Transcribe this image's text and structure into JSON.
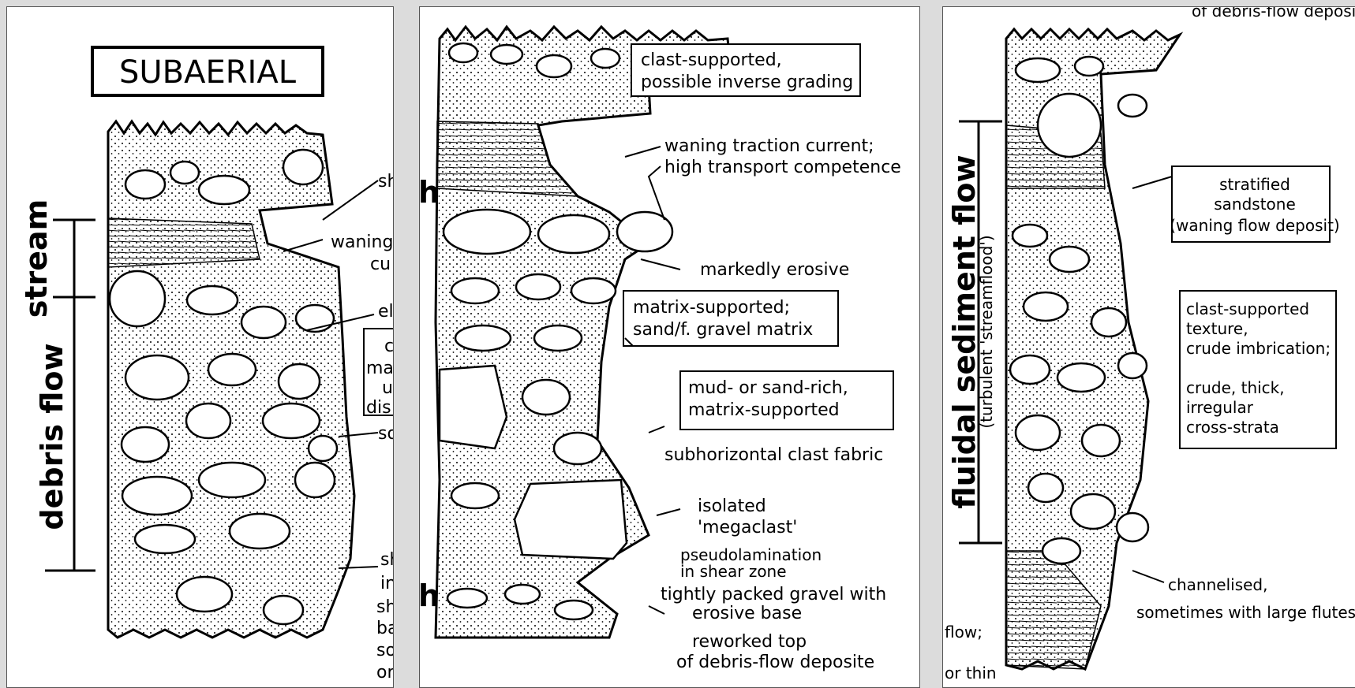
{
  "panel_left": {
    "title": "SUBAERIAL",
    "axis_stream": "stream",
    "axis_debris": "debris flow",
    "cut_labels": [
      "sh",
      "waning",
      "cu",
      "el",
      "c",
      "ma",
      "u",
      "dis",
      "so",
      "sh",
      "in",
      "sh",
      "ba",
      "so",
      "or"
    ],
    "edge_marks": [
      "h",
      "h"
    ]
  },
  "panel_middle": {
    "labels": {
      "clast_supported": [
        "clast-supported,",
        "possible inverse grading"
      ],
      "waning": [
        "waning traction current;",
        "high transport competence"
      ],
      "erosive": "markedly erosive",
      "matrix_supported": [
        "matrix-supported;",
        "sand/f. gravel matrix"
      ],
      "mud_sand": [
        "mud- or sand-rich,",
        "matrix-supported"
      ],
      "fabric": "subhorizontal clast fabric",
      "megaclast": [
        "isolated",
        "'megaclast'"
      ],
      "pseudolamination": [
        "pseudolamination",
        "in shear zone"
      ],
      "tightly_packed": [
        "tightly packed gravel with",
        "erosive base"
      ],
      "reworked": [
        "reworked top",
        "of debris-flow deposite"
      ]
    }
  },
  "panel_right": {
    "top_cut": "of debris-flow deposite",
    "axis_main": "fluidal sediment flow",
    "axis_sub": "(turbulent 'streamflood')",
    "labels": {
      "stratified": [
        "stratified",
        "sandstone",
        "(waning flow deposit)"
      ],
      "clast_texture": [
        "clast-supported",
        "texture,",
        "crude imbrication;"
      ],
      "cross_strata": [
        "crude, thick,",
        "irregular",
        "cross-strata"
      ],
      "channelised": [
        "channelised,",
        "sometimes with large flutes"
      ],
      "left_cut": [
        "flow;",
        "or thin"
      ]
    }
  }
}
